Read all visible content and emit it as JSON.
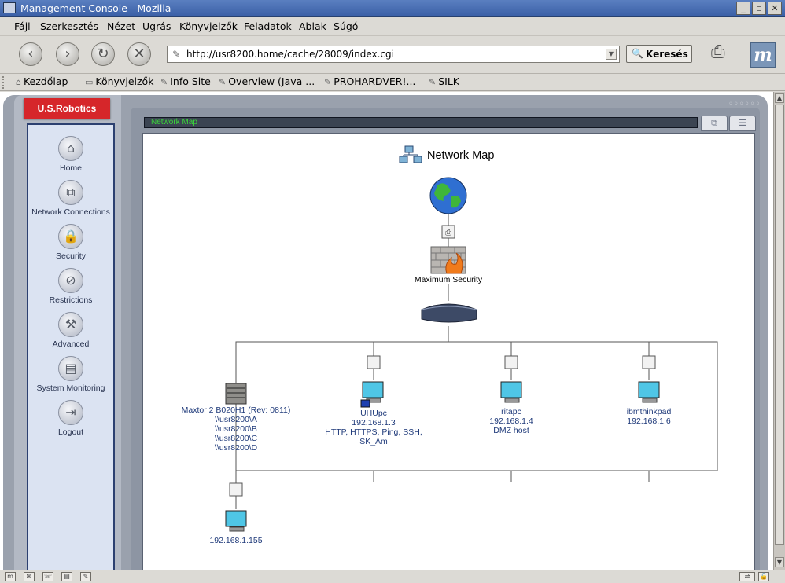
{
  "window": {
    "title": "Management Console - Mozilla",
    "buttons": [
      "_",
      "▫",
      "✕"
    ]
  },
  "menu": [
    "Fájl",
    "Szerkesztés",
    "Nézet",
    "Ugrás",
    "Könyvjelzők",
    "Feladatok",
    "Ablak",
    "Súgó"
  ],
  "nav": {
    "url": "http://usr8200.home/cache/28009/index.cgi",
    "search_label": "Keresés"
  },
  "bookmarks": [
    "Kezdőlap",
    "Könyvjelzők",
    "Info Site",
    "Overview (Java ...",
    "PROHARDVER!...",
    "SILK"
  ],
  "app": {
    "brand": "U.S.Robotics",
    "header_strip": "Network Map",
    "sidebar": [
      {
        "label": "Home",
        "icon": "home-icon"
      },
      {
        "label": "Network Connections",
        "icon": "network-connections-icon"
      },
      {
        "label": "Security",
        "icon": "lock-icon"
      },
      {
        "label": "Restrictions",
        "icon": "restrictions-icon"
      },
      {
        "label": "Advanced",
        "icon": "tools-icon"
      },
      {
        "label": "System Monitoring",
        "icon": "monitor-icon"
      },
      {
        "label": "Logout",
        "icon": "logout-icon"
      }
    ]
  },
  "network_map": {
    "title": "Network Map",
    "firewall_label": "Maximum Security",
    "devices": [
      {
        "lines": [
          "Maxtor 2 B020H1 (Rev: 0811)",
          "\\\\usr8200\\A",
          "\\\\usr8200\\B",
          "\\\\usr8200\\C",
          "\\\\usr8200\\D"
        ],
        "type": "storage"
      },
      {
        "lines": [
          "UHUpc",
          "192.168.1.3",
          "HTTP, HTTPS, Ping, SSH,",
          "SK_Am"
        ],
        "type": "computer"
      },
      {
        "lines": [
          "ritapc",
          "192.168.1.4",
          "DMZ host"
        ],
        "type": "computer"
      },
      {
        "lines": [
          "ibmthinkpad",
          "192.168.1.6"
        ],
        "type": "computer"
      },
      {
        "lines": [
          "192.168.1.155"
        ],
        "type": "computer"
      }
    ]
  },
  "colors": {
    "titlebar": "#3a5fa6",
    "brand_red": "#d6262a",
    "sidebar_bg": "#dbe3f2",
    "map_text": "#1f3a7a",
    "strip_text": "#3ad83a"
  }
}
